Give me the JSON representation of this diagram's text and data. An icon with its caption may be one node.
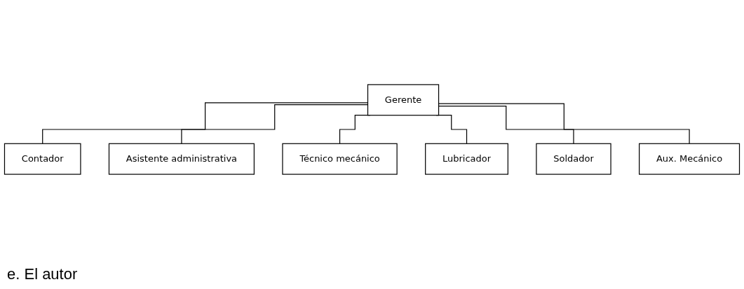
{
  "diagram": {
    "caption": "e. El autor",
    "nodes": [
      {
        "text": [
          "Gerente"
        ]
      },
      {
        "text": [
          "Contador"
        ]
      },
      {
        "text": [
          "Asistente administrativa"
        ]
      },
      {
        "text": [
          "Técnico mecánico"
        ]
      },
      {
        "text": [
          "Lubricador"
        ]
      },
      {
        "text": [
          "Soldador"
        ]
      },
      {
        "text": [
          "Aux. Mecánico"
        ]
      }
    ],
    "edges": [
      {
        "from": 0,
        "to": 1,
        "arrow": "none"
      },
      {
        "from": 0,
        "to": 2,
        "arrow": "none"
      },
      {
        "from": 0,
        "to": 3,
        "arrow": "none"
      },
      {
        "from": 0,
        "to": 4,
        "arrow": "none"
      },
      {
        "from": 0,
        "to": 5,
        "arrow": "none"
      },
      {
        "from": 0,
        "to": 6,
        "arrow": "none"
      }
    ]
  }
}
